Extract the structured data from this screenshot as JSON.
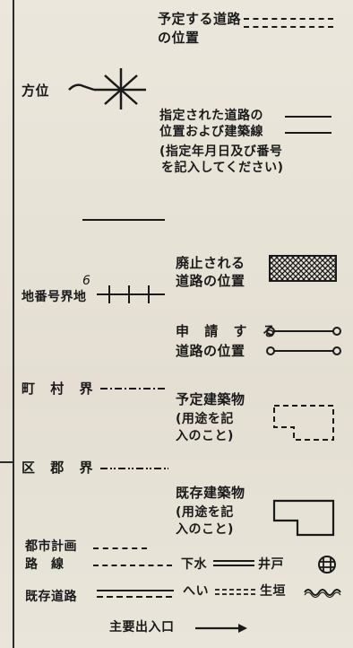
{
  "legend": {
    "planned_road_line1": "予定する道路",
    "planned_road_line2": "の位置",
    "direction": "方位",
    "designated_line1": "指定された道路の",
    "designated_line2": "位置および建築線",
    "designated_note1": "(指定年月日及び番号",
    "designated_note2": "を記入してください)",
    "abolished_line1": "廃止される",
    "abolished_line2": "道路の位置",
    "lot_number_label": "地番号界地",
    "lot_number_digit": "6",
    "applied_line1": "申 請 す る",
    "applied_line2": "道路の位置",
    "town_village_boundary": "町 村 界",
    "planned_building_line1": "予定建築物",
    "planned_building_line2": "(用途を記",
    "planned_building_line3": "入のこと)",
    "ward_district_boundary": "区 郡 界",
    "existing_building_line1": "既存建築物",
    "existing_building_line2": "(用途を記",
    "existing_building_line3": "入のこと)",
    "city_plan_line1": "都市計画",
    "city_plan_line2": "路　線",
    "sewer": "下水",
    "well": "井戸",
    "existing_road": "既存道路",
    "fence": "へい",
    "hedge": "生垣",
    "main_entrance": "主要出入口"
  }
}
